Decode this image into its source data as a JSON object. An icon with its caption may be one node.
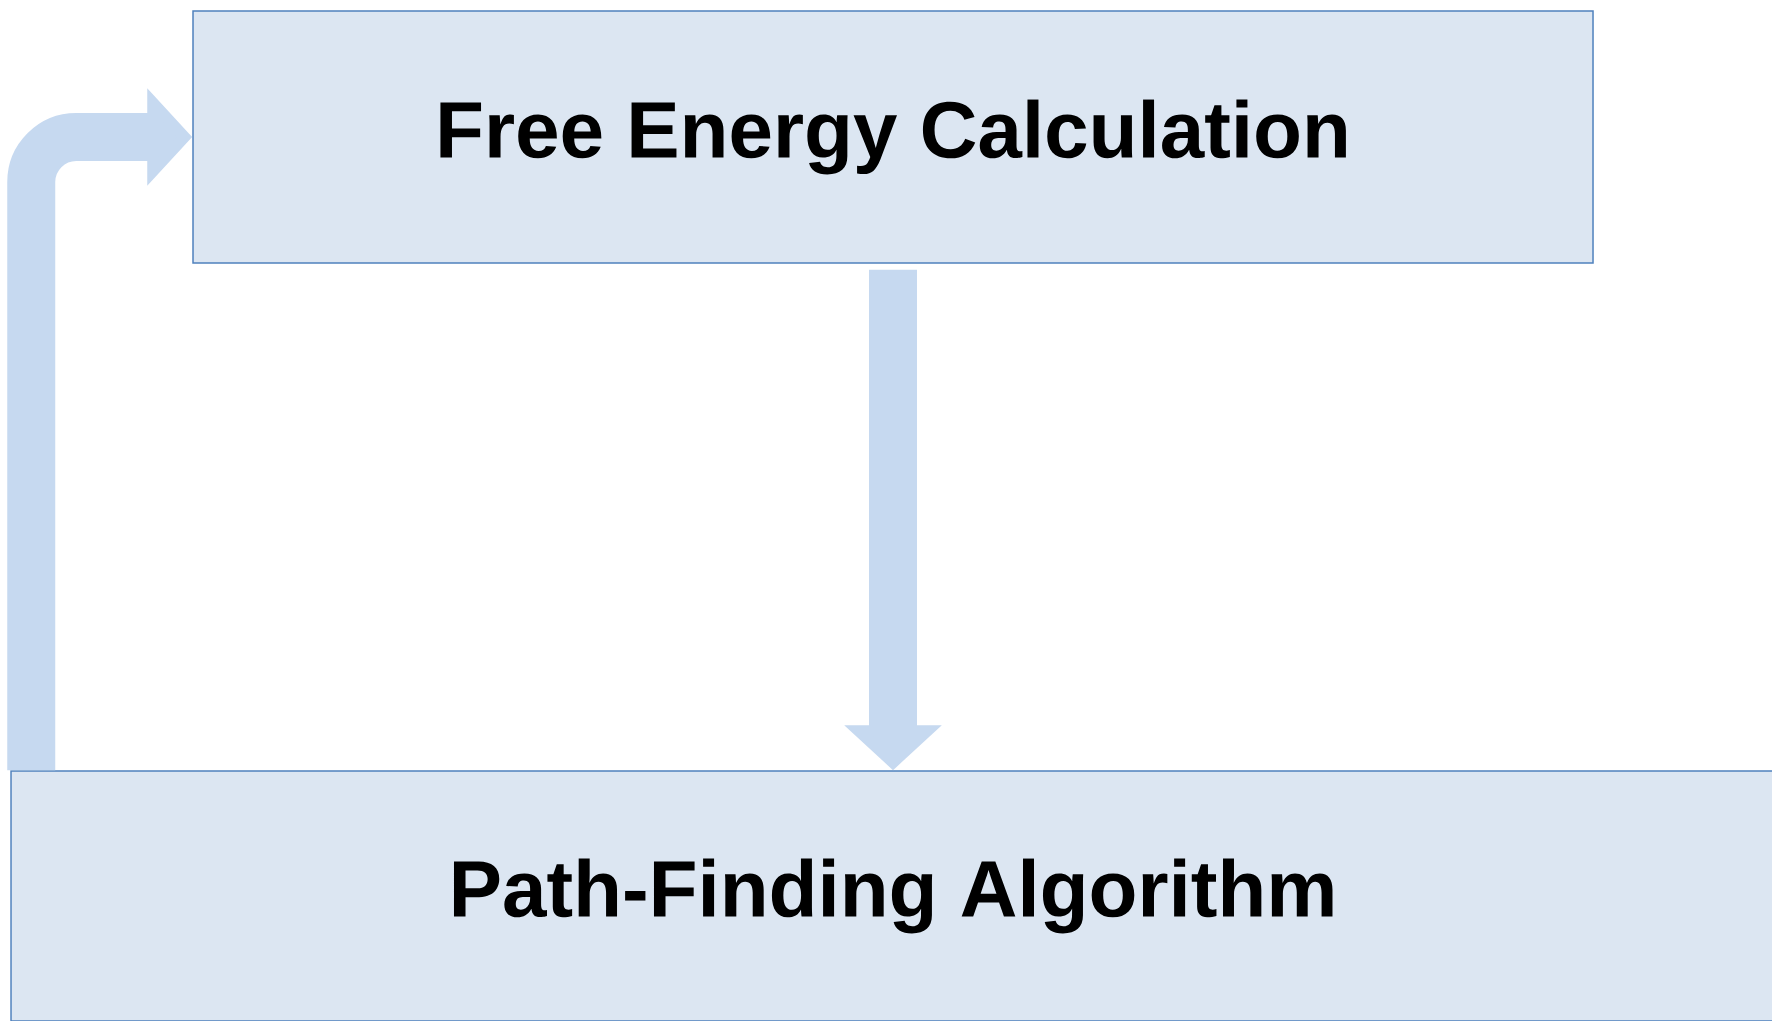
{
  "diagram": {
    "nodes": [
      {
        "text": [
          "Free Energy Calculation"
        ]
      },
      {
        "text": [
          "Path-Finding Algorithm"
        ]
      }
    ],
    "edges": [
      {
        "from": 0,
        "to": 1,
        "arrow": "to"
      },
      {
        "from": 1,
        "to": 0,
        "arrow": "to"
      }
    ]
  }
}
